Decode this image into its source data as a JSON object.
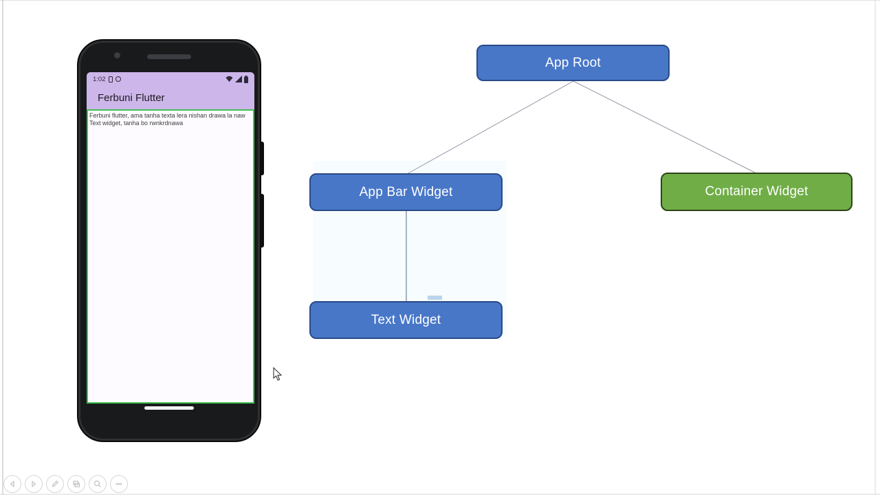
{
  "slide": {
    "background_color": "#ffffff"
  },
  "phone": {
    "status_bar": {
      "time": "1:02",
      "left_icons": [
        "battery-icon",
        "clock-icon"
      ],
      "right_icons": [
        "wifi-icon",
        "cellular-signal-icon",
        "battery-icon"
      ],
      "background_color": "#cdb6ea"
    },
    "app_bar": {
      "title": "Ferbuni Flutter",
      "background_color": "#cdb6ea",
      "text_color": "#1d1b20"
    },
    "body": {
      "text": "Ferbuni flutter, ama tanha texta lera nishan drawa la naw Text widget, tanha bo rwnkrdnawa",
      "highlight_border_color": "#41c153",
      "background_color": "#fdfbff"
    }
  },
  "diagram": {
    "nodes": [
      {
        "id": "app-root",
        "label": "App Root",
        "fill": "#4877c8",
        "border": "#2a4a86",
        "text_color": "#ffffff"
      },
      {
        "id": "app-bar-widget",
        "label": "App Bar Widget",
        "fill": "#4877c8",
        "border": "#2a4a86",
        "text_color": "#ffffff"
      },
      {
        "id": "container-widget",
        "label": "Container Widget",
        "fill": "#70ad47",
        "border": "#2c4415",
        "text_color": "#ffffff"
      },
      {
        "id": "text-widget",
        "label": "Text Widget",
        "fill": "#4877c8",
        "border": "#2a4a86",
        "text_color": "#ffffff"
      }
    ],
    "edges": [
      {
        "from": "app-root",
        "to": "app-bar-widget",
        "color": "#9097a8"
      },
      {
        "from": "app-root",
        "to": "container-widget",
        "color": "#9097a8"
      },
      {
        "from": "app-bar-widget",
        "to": "text-widget",
        "color": "#6f80a0"
      }
    ]
  },
  "presenter_toolbar": {
    "items": [
      {
        "icon": "previous-slide-icon"
      },
      {
        "icon": "next-slide-icon"
      },
      {
        "icon": "pen-icon"
      },
      {
        "icon": "see-all-slides-icon"
      },
      {
        "icon": "zoom-icon"
      },
      {
        "icon": "more-options-icon"
      }
    ]
  }
}
